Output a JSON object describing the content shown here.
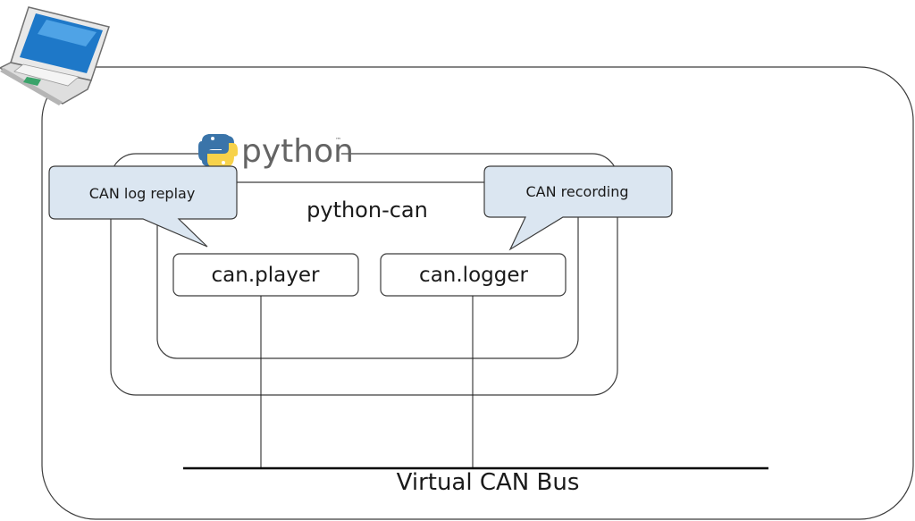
{
  "diagram": {
    "logo": {
      "word": "python",
      "tm": "™"
    },
    "library": {
      "title": "python-can"
    },
    "modules": {
      "player": "can.player",
      "logger": "can.logger"
    },
    "callouts": {
      "replay": "CAN log replay",
      "recording": "CAN recording"
    },
    "bus": {
      "label": "Virtual CAN Bus"
    },
    "colors": {
      "callout_fill": "#dbe6f1",
      "outline": "#3c3c3c",
      "python_blue": "#3a74a9",
      "python_yellow": "#f7d24a",
      "logo_text": "#646464",
      "laptop_screen": "#1e78c8"
    }
  }
}
